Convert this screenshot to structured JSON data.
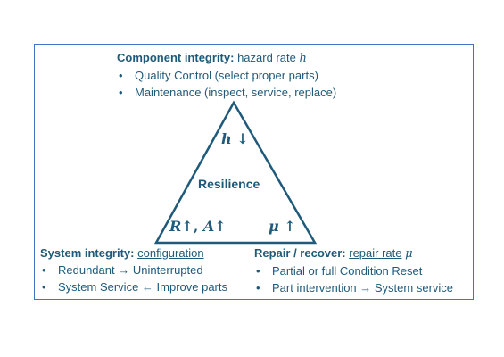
{
  "component": {
    "title": "Component integrity:",
    "subtitle": "hazard rate",
    "symbol": "h",
    "bullets": [
      "Quality Control (select proper parts)",
      "Maintenance (inspect, service, replace)"
    ]
  },
  "system": {
    "title": "System integrity:",
    "subtitle": "configuration",
    "bullets": [
      "Redundant → Uninterrupted",
      "System Service ← Improve parts"
    ]
  },
  "repair": {
    "title": "Repair / recover:",
    "subtitle": "repair rate",
    "symbol": "μ",
    "bullets": [
      "Partial or full Condition Reset",
      "Part intervention → System service"
    ]
  },
  "triangle": {
    "center_label": "Resilience",
    "top_var": "h",
    "top_arrow": "↓",
    "left_var1": "R",
    "left_arrow1": "↑,",
    "left_var2": "A",
    "left_arrow2": "↑",
    "right_var": "μ",
    "right_arrow": "↑"
  },
  "colors": {
    "text": "#1f5a7a",
    "frame": "#4472c4",
    "triangle": "#1f5a7a"
  }
}
